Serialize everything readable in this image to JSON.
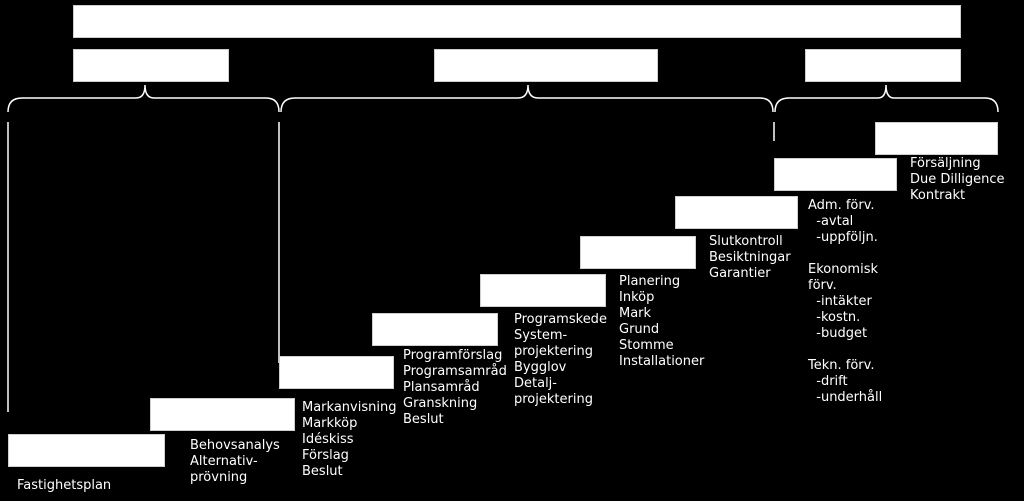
{
  "texts": {
    "fastighetsplan": "Fastighetsplan",
    "behovsanalys": "Behovsanalys\nAlternativ-\nprövning",
    "markanvisning": "Markanvisning\nMarkköp\nIdéskiss\nFörslag\nBeslut",
    "programforslag": "Programförslag\nProgramsamråd\nPlansamråd\nGranskning\nBeslut",
    "programskede": "Programskede\nSystem-\nprojektering\nBygglov\nDetalj-\nprojektering",
    "planering": "Planering\nInköp\nMark\nGrund\nStomme\nInstallationer",
    "slutkontroll": "Slutkontroll\nBesiktningar\nGarantier",
    "forvaltning": "Adm. förv.\n  -avtal\n  -uppföljn.\n\nEkonomisk\nförv.\n  -intäkter\n  -kostn.\n  -budget\n\nTekn. förv.\n  -drift\n  -underhåll",
    "forsaljning": "Försäljning\nDue Dilligence\nKontrakt"
  }
}
